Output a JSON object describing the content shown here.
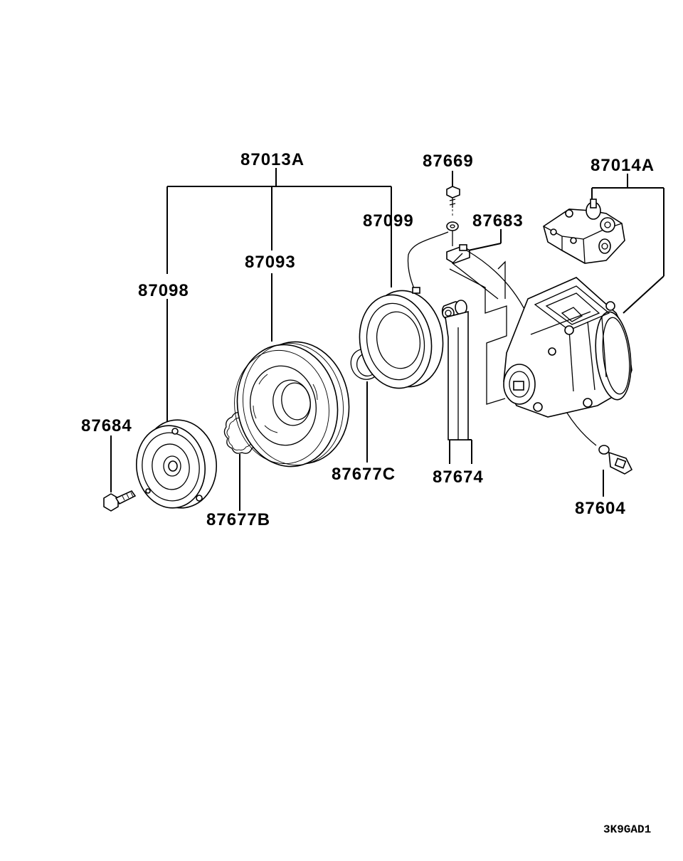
{
  "labels": {
    "assy_clutch": "87013A",
    "assy_compressor": "87014A",
    "bolt_top": "87669",
    "coil": "87099",
    "bracket": "87683",
    "pulley": "87093",
    "hub_plate": "87098",
    "bolt_front": "87684",
    "shim": "87677B",
    "snap_ring": "87677C",
    "stay": "87674",
    "sensor": "87604"
  },
  "figure_code": "3K9GAD1"
}
